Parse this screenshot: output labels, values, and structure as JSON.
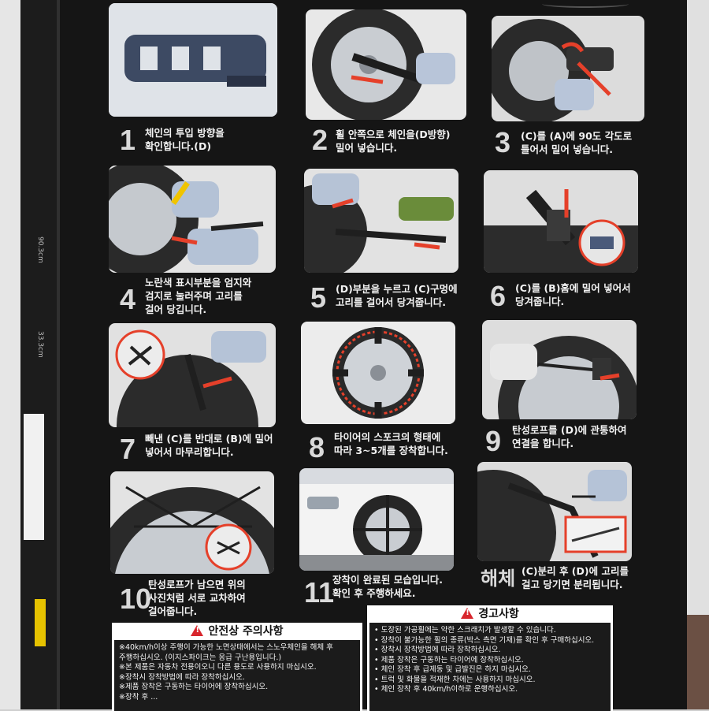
{
  "side_label": "90.3cm",
  "side_label2": "33.3cm",
  "steps": [
    {
      "num": "1",
      "text": "체인의 투입 방향을\n확인합니다.(D)"
    },
    {
      "num": "2",
      "text": "휠 안쪽으로 체인을(D방향)\n밀어 넣습니다."
    },
    {
      "num": "3",
      "text": "(C)를 (A)에 90도 각도로\n틀어서 밀어 넣습니다."
    },
    {
      "num": "4",
      "text": "노란색 표시부분을 엄지와\n검지로 눌러주며 고리를\n걸어 당깁니다."
    },
    {
      "num": "5",
      "text": "(D)부분을 누르고 (C)구멍에\n고리를 걸어서 당겨줍니다."
    },
    {
      "num": "6",
      "text": "(C)를 (B)홈에 밀어 넣어서\n당겨줍니다."
    },
    {
      "num": "7",
      "text": "빼낸 (C)를 반대로 (B)에 밀어\n넣어서 마무리합니다."
    },
    {
      "num": "8",
      "text": "타이어의 스포크의 형태에\n따라 3~5개를 장착합니다."
    },
    {
      "num": "9",
      "text": "탄성로프를 (D)에 관통하여\n연결을 합니다."
    },
    {
      "num": "10",
      "text": "탄성로프가 남으면 위의\n사진처럼 서로 교차하여\n걸어줍니다."
    },
    {
      "num": "11",
      "text": "장착이 완료된 모습입니다.\n확인 후 주행하세요."
    },
    {
      "num": "해체",
      "text": "(C)분리 후 (D)에 고리를\n걸고 당기면 분리됩니다."
    }
  ],
  "safety": {
    "title": "안전상 주의사항",
    "items": [
      "※40km/h이상 주행이 가능한 노면상태에서는 스노우체인을 해체 후",
      "  주행하십시오. (이지스파이크는 응급 구난용입니다.)",
      "※본 제품은 자동차 전용이오니 다른 용도로 사용하지 마십시오.",
      "※장착시 장착방법에 따라 장착하십시오.",
      "※제품 장착은 구동하는 타이어에 장착하십시오.",
      "※장착 후 ..."
    ]
  },
  "warning": {
    "title": "경고사항",
    "items": [
      "• 도장된 가공휠에는 약한 스크래치가 발생할 수 있습니다.",
      "• 장착이 불가능한 휠의 종류(박스 측면 기재)를 확인 후 구매하십시오.",
      "• 장착시 장착방법에 따라 장착하십시오.",
      "• 제품 장착은 구동하는 타이어에 장착하십시오.",
      "• 체인 장착 후 급제동 및 급발진은 하지 마십시오.",
      "• 트럭 및 화물을 적재한 차에는 사용하지 마십시오.",
      "• 체인 장착 후 40km/h이하로 운행하십시오."
    ]
  },
  "colors": {
    "box": "#151515",
    "arrow": "#e5402a",
    "yellow": "#f0c400",
    "warn": "#d8262d"
  }
}
